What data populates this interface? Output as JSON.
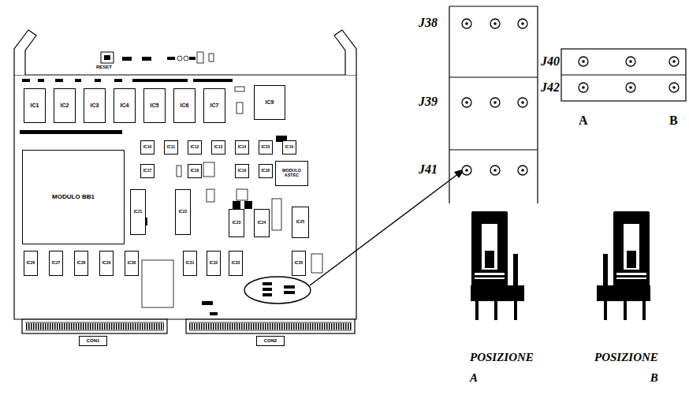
{
  "diagram": {
    "nodes": [
      {
        "text": [
          "IC1"
        ]
      },
      {
        "text": [
          "IC2"
        ]
      },
      {
        "text": [
          "IC3"
        ]
      },
      {
        "text": [
          "IC4"
        ]
      },
      {
        "text": [
          "IC5"
        ]
      },
      {
        "text": [
          "IC6"
        ]
      },
      {
        "text": [
          "IC7"
        ]
      },
      {
        "text": [
          "IC9"
        ]
      },
      {
        "text": [
          "IC10"
        ]
      },
      {
        "text": [
          "IC11"
        ]
      },
      {
        "text": [
          "IC12"
        ]
      },
      {
        "text": [
          "IC13"
        ]
      },
      {
        "text": [
          "IC14"
        ]
      },
      {
        "text": [
          "IC15"
        ]
      },
      {
        "text": [
          "IC16"
        ]
      },
      {
        "text": [
          "MODULO BB1"
        ]
      },
      {
        "text": [
          "IC17"
        ]
      },
      {
        "text": [
          "IC18"
        ]
      },
      {
        "text": [
          "IC19"
        ]
      },
      {
        "text": [
          "IC20"
        ]
      },
      {
        "text": [
          "MODULO ASTEC"
        ]
      },
      {
        "text": [
          "IC21"
        ]
      },
      {
        "text": [
          "IC22"
        ]
      },
      {
        "text": [
          "IC23"
        ]
      },
      {
        "text": [
          "IC24"
        ]
      },
      {
        "text": [
          "IC25"
        ]
      },
      {
        "text": [
          "IC26"
        ]
      },
      {
        "text": [
          "IC27"
        ]
      },
      {
        "text": [
          "IC28"
        ]
      },
      {
        "text": [
          "IC29"
        ]
      },
      {
        "text": [
          "IC30"
        ]
      },
      {
        "text": [
          "IC31"
        ]
      },
      {
        "text": [
          "IC32"
        ]
      },
      {
        "text": [
          "IC33"
        ]
      },
      {
        "text": [
          "IC35"
        ]
      },
      {
        "text": [
          "CON1"
        ]
      },
      {
        "text": [
          "CON2"
        ]
      }
    ],
    "labels": [
      "RESET",
      "J38",
      "J39",
      "J41",
      "J40",
      "J42",
      "A",
      "B",
      "POSIZIONE A",
      "POSIZIONE B"
    ]
  }
}
